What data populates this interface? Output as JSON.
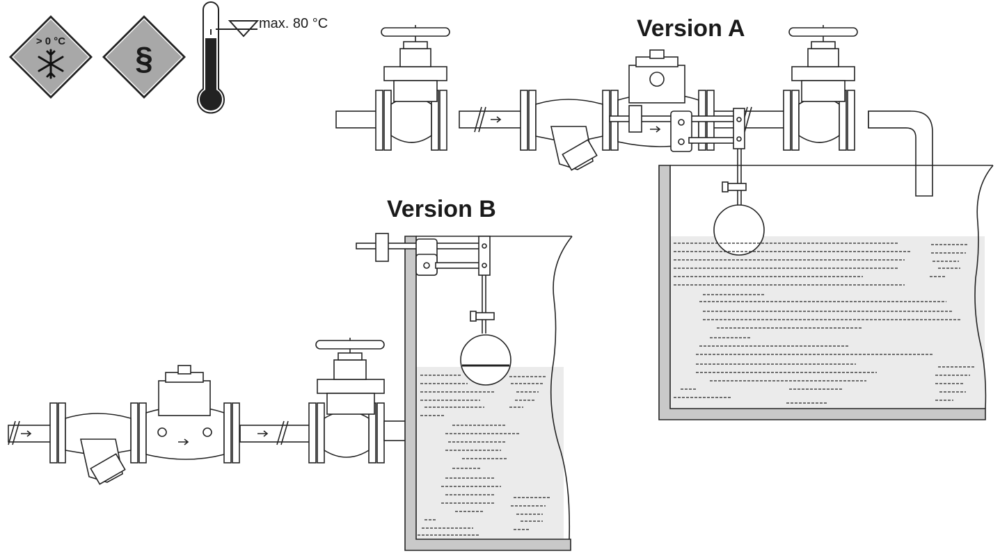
{
  "icons": {
    "frost_sign": {
      "text": "> 0 °C",
      "icon": "snowflake-icon",
      "color": "#a8a8a8"
    },
    "regulation_sign": {
      "text": "§",
      "color": "#a8a8a8"
    },
    "thermometer": {
      "icon": "thermometer-icon"
    }
  },
  "temperature_label": "max. 80 °C",
  "versions": {
    "a": {
      "label": "Version A"
    },
    "b": {
      "label": "Version B"
    }
  },
  "colors": {
    "sign_fill": "#a8a8a8",
    "water_fill": "#ebebeb",
    "tank_wall": "#c9c9c9",
    "line": "#222222"
  }
}
